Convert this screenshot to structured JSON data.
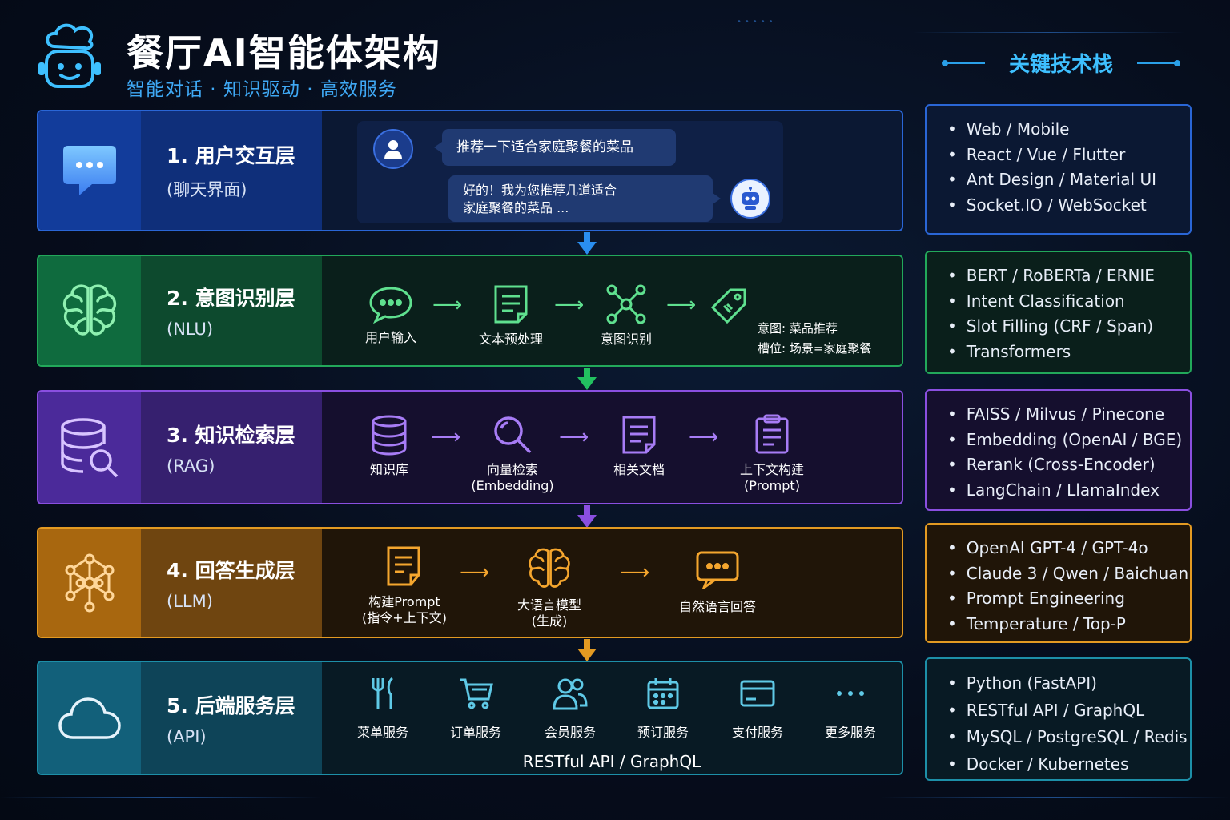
{
  "header": {
    "title": "餐厅AI智能体架构",
    "subtitle": "智能对话 · 知识驱动 · 高效服务",
    "stack_title": "关键技术栈"
  },
  "layers": [
    {
      "name": "1. 用户交互层",
      "sub": "(聊天界面)",
      "icon": "chat-bubble-icon",
      "color": "#2a66d6"
    },
    {
      "name": "2. 意图识别层",
      "sub": "(NLU)",
      "icon": "brain-icon",
      "color": "#22a85a"
    },
    {
      "name": "3. 知识检索层",
      "sub": "(RAG)",
      "icon": "database-search-icon",
      "color": "#8a4fe0"
    },
    {
      "name": "4. 回答生成层",
      "sub": "(LLM)",
      "icon": "neural-network-icon",
      "color": "#e39a22"
    },
    {
      "name": "5. 后端服务层",
      "sub": "(API)",
      "icon": "cloud-icon",
      "color": "#1d8fa8"
    }
  ],
  "chat": {
    "user_message": "推荐一下适合家庭聚餐的菜品",
    "bot_line1": "好的！我为您推荐几道适合",
    "bot_line2": "家庭聚餐的菜品 ..."
  },
  "nlu_flow": {
    "steps": [
      "用户输入",
      "文本预处理",
      "意图识别"
    ],
    "intent": "意图: 菜品推荐",
    "slot": "槽位: 场景=家庭聚餐"
  },
  "rag_flow": {
    "steps": [
      {
        "line1": "知识库",
        "line2": ""
      },
      {
        "line1": "向量检索",
        "line2": "(Embedding)"
      },
      {
        "line1": "相关文档",
        "line2": ""
      },
      {
        "line1": "上下文构建",
        "line2": "(Prompt)"
      }
    ]
  },
  "llm_flow": {
    "steps": [
      {
        "line1": "构建Prompt",
        "line2": "(指令+上下文)"
      },
      {
        "line1": "大语言模型",
        "line2": "(生成)"
      },
      {
        "line1": "自然语言回答",
        "line2": ""
      }
    ]
  },
  "services": {
    "items": [
      "菜单服务",
      "订单服务",
      "会员服务",
      "预订服务",
      "支付服务",
      "更多服务"
    ],
    "api_label": "RESTful API / GraphQL"
  },
  "tech_stack": [
    [
      "Web / Mobile",
      "React / Vue / Flutter",
      "Ant Design / Material UI",
      "Socket.IO  /  WebSocket"
    ],
    [
      "BERT / RoBERTa / ERNIE",
      "Intent Classification",
      "Slot Filling (CRF / Span)",
      "Transformers"
    ],
    [
      "FAISS / Milvus / Pinecone",
      "Embedding (OpenAI / BGE)",
      "Rerank (Cross-Encoder)",
      "LangChain / LlamaIndex"
    ],
    [
      "OpenAI GPT-4 / GPT-4o",
      "Claude 3 / Qwen / Baichuan",
      "Prompt Engineering",
      "Temperature / Top-P"
    ],
    [
      "Python (FastAPI)",
      "RESTful API  /  GraphQL",
      "MySQL / PostgreSQL / Redis",
      "Docker / Kubernetes"
    ]
  ]
}
